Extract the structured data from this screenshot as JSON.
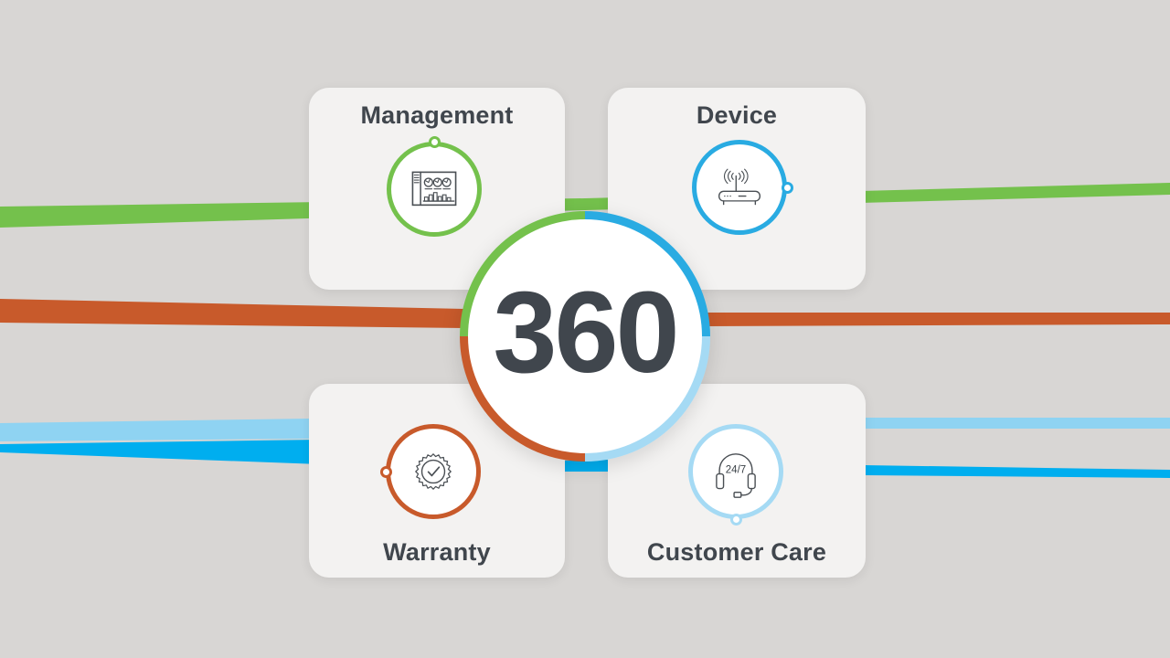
{
  "center": {
    "value": "360"
  },
  "cards": [
    {
      "id": "management",
      "label": "Management",
      "icon": "dashboard-icon",
      "accent": "#74c14c"
    },
    {
      "id": "device",
      "label": "Device",
      "icon": "router-icon",
      "accent": "#29abe2"
    },
    {
      "id": "warranty",
      "label": "Warranty",
      "icon": "certificate-seal-icon",
      "accent": "#c85a2b"
    },
    {
      "id": "customer_care",
      "label": "Customer Care",
      "icon": "headset-icon",
      "accent": "#a5daf4",
      "badge": "24/7"
    }
  ],
  "ribbons": [
    {
      "name": "green-ribbon",
      "color": "#74c14c"
    },
    {
      "name": "orange-ribbon",
      "color": "#c85a2b"
    },
    {
      "name": "light-blue-ribbon",
      "color": "#8fd3f2"
    },
    {
      "name": "bright-blue-ribbon",
      "color": "#00aeef"
    }
  ],
  "colors": {
    "background": "#d8d6d4",
    "card": "#f3f2f1",
    "text": "#40464d",
    "icon_stroke": "#4a4f54",
    "green": "#74c14c",
    "blue": "#29abe2",
    "bright_blue": "#00aeef",
    "light_blue": "#8fd3f2",
    "pale_blue": "#a5daf4",
    "orange": "#c85a2b"
  }
}
